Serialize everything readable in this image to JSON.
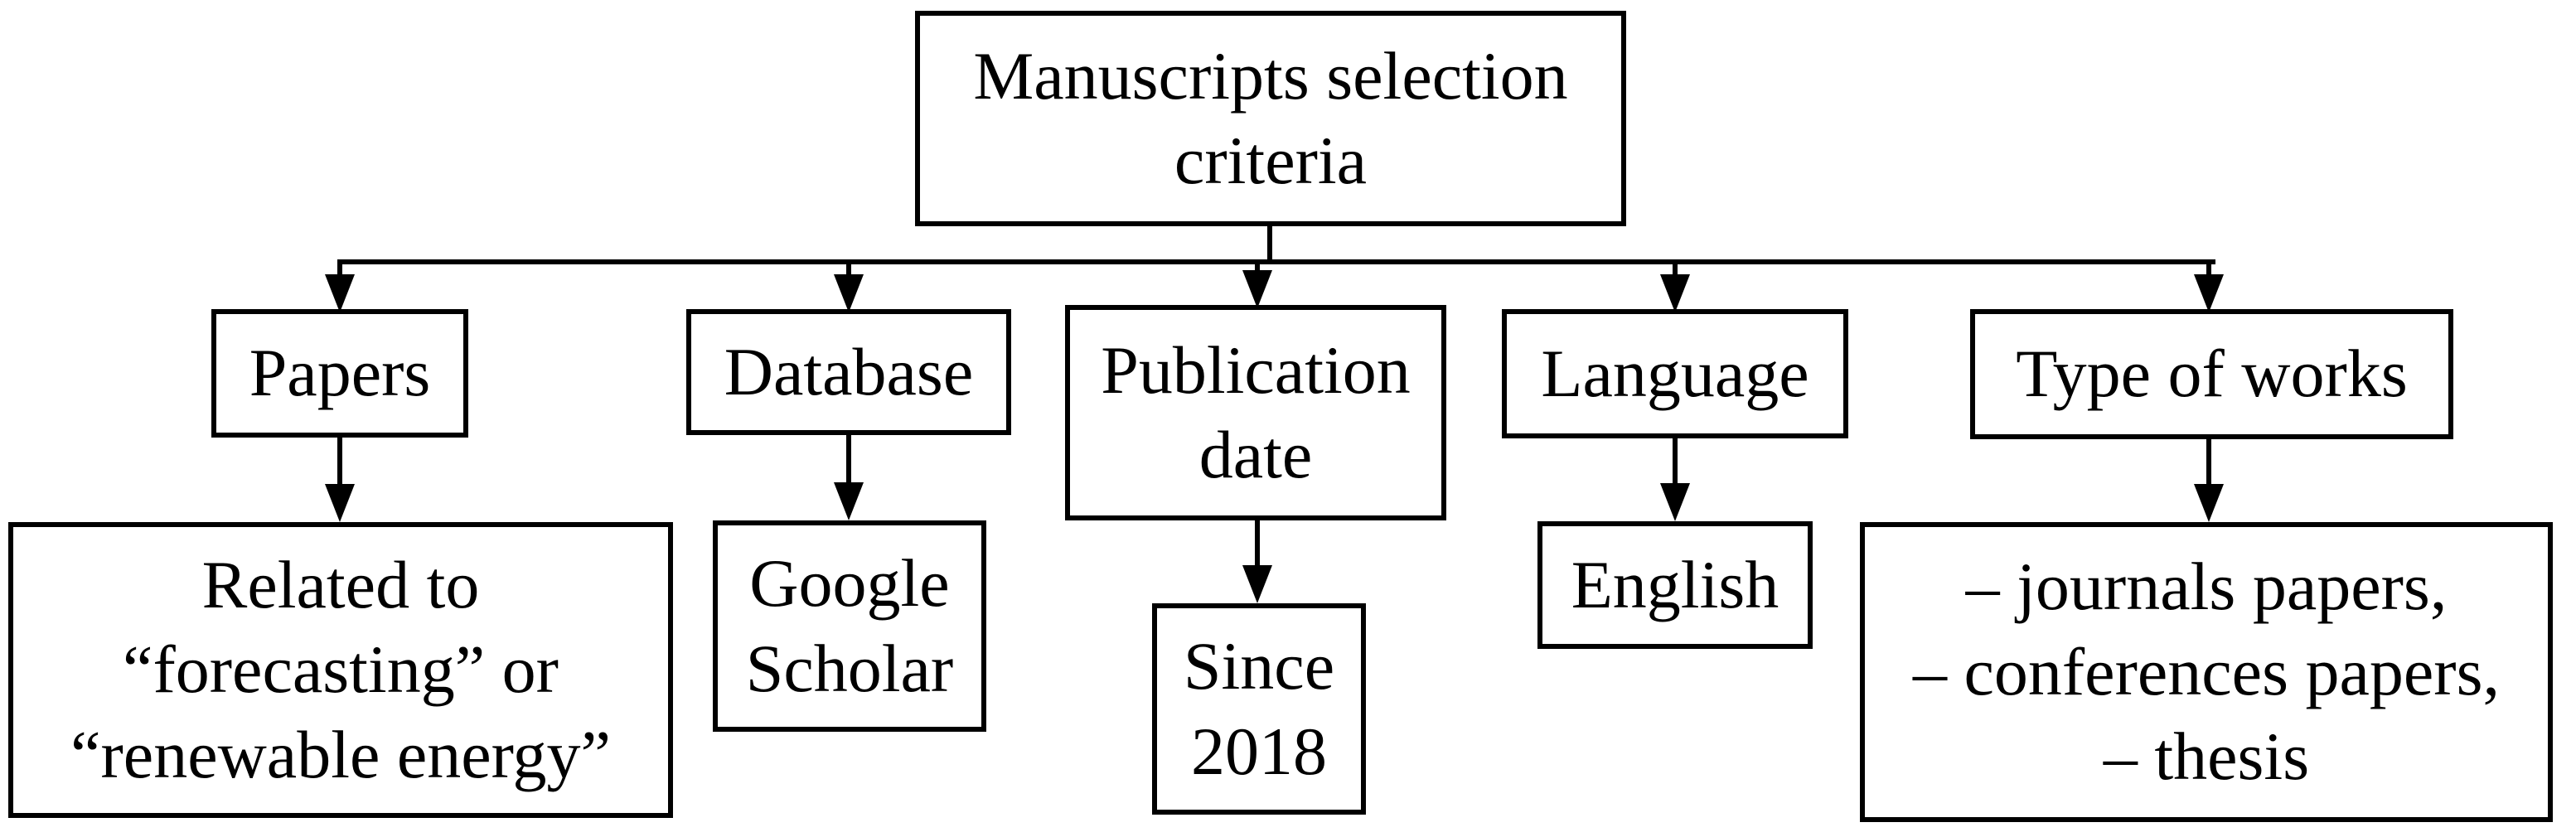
{
  "diagram": {
    "title": "Manuscripts selection criteria flowchart",
    "colors": {
      "line": "#000000",
      "background": "#ffffff",
      "box_fill": "#ffffff",
      "text": "#000000"
    },
    "root": {
      "label": "Manuscripts selection\ncriteria"
    },
    "branches": [
      {
        "id": "papers",
        "criterion": "Papers",
        "value": "Related to\n“forecasting” or\n“renewable energy”"
      },
      {
        "id": "database",
        "criterion": "Database",
        "value": "Google\nScholar"
      },
      {
        "id": "publication-date",
        "criterion": "Publication\ndate",
        "value": "Since\n2018"
      },
      {
        "id": "language",
        "criterion": "Language",
        "value": "English"
      },
      {
        "id": "type-of-works",
        "criterion": "Type of works",
        "value": "– journals papers,\n– conferences papers,\n– thesis"
      }
    ]
  }
}
